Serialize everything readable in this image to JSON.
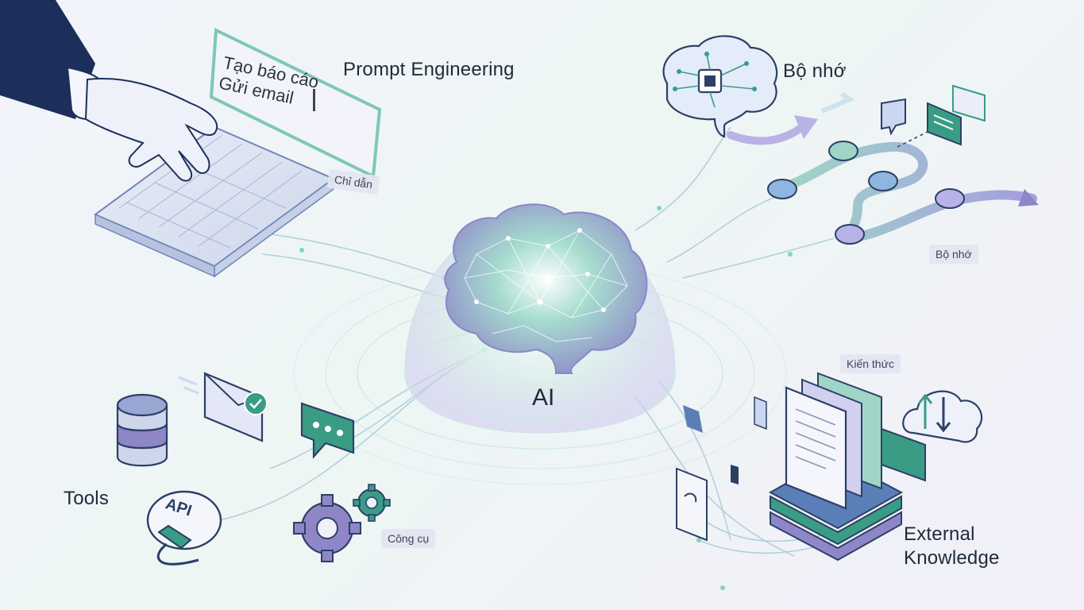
{
  "center": {
    "label": "AI"
  },
  "prompt": {
    "title": "Prompt Engineering",
    "screen_line1": "Tạo báo cáo",
    "screen_line2": "Gửi email",
    "tag": "Chỉ dẫn"
  },
  "memory": {
    "title": "Bộ nhớ",
    "tag": "Bộ nhớ"
  },
  "tools": {
    "title": "Tools",
    "api_label": "API",
    "tag": "Công cụ"
  },
  "knowledge": {
    "title_line1": "External",
    "title_line2": "Knowledge",
    "tag": "Kiến thức"
  },
  "icons": [
    "hand-icon",
    "keyboard-icon",
    "brain-chip-icon",
    "arrow-icon",
    "chat-card-icon",
    "database-icon",
    "email-check-icon",
    "chat-bubble-icon",
    "api-plug-icon",
    "gear-icon",
    "documents-stack-icon",
    "cloud-sync-icon",
    "brain-network-icon"
  ],
  "colors": {
    "teal": "#3a9c85",
    "purple": "#8f86c8",
    "navy": "#1c2f5a",
    "blue": "#5a7fb8"
  }
}
